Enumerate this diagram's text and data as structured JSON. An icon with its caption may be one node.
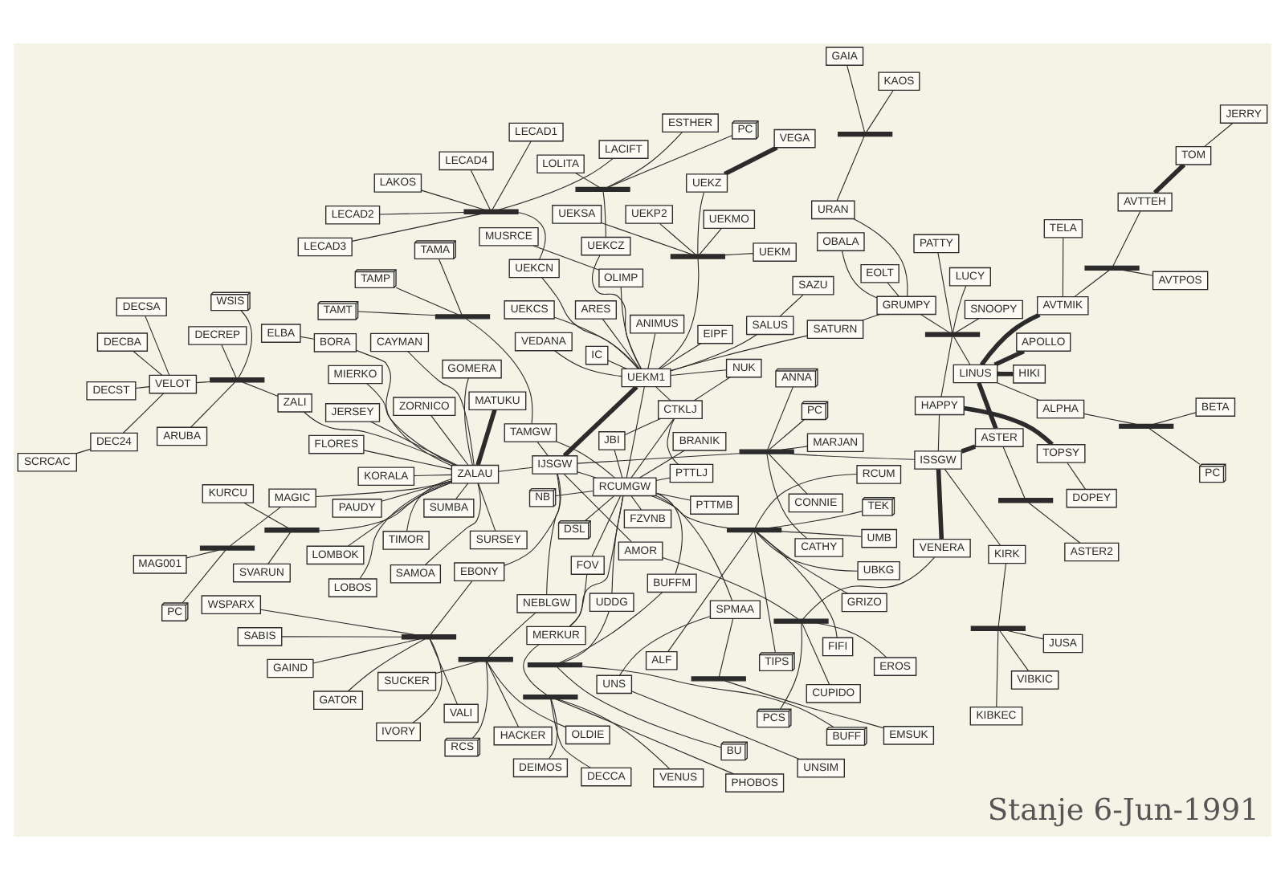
{
  "diagram": {
    "caption": "Stanje 6-Jun-1991",
    "nodes": [
      {
        "text": [
          "BU"
        ]
      },
      {
        "text": [
          "BUFF"
        ]
      },
      {
        "text": [],
        "shape": "bar"
      },
      {
        "text": [
          "UDDG"
        ]
      },
      {
        "text": [
          "BUFFM"
        ]
      },
      {
        "text": [
          "NB"
        ]
      },
      {
        "text": [
          "DSL"
        ]
      },
      {
        "text": [
          "BRANIK"
        ]
      },
      {
        "text": [
          "FZVNB"
        ]
      },
      {
        "text": [
          "PTTMB"
        ]
      },
      {
        "text": [
          "UNSIM"
        ]
      },
      {
        "text": [
          "UNS"
        ]
      },
      {
        "text": [
          "EMSUK"
        ]
      },
      {
        "text": [
          "SPMAA"
        ]
      },
      {
        "text": [],
        "shape": "bar"
      },
      {
        "text": [
          "VENUS"
        ]
      },
      {
        "text": [
          "PHOBOS"
        ]
      },
      {
        "text": [],
        "shape": "bar"
      },
      {
        "text": [
          "DEIMOS"
        ]
      },
      {
        "text": [
          "DECCA"
        ]
      },
      {
        "text": [
          "MERKUR"
        ]
      },
      {
        "text": [
          "FOV"
        ]
      },
      {
        "text": [
          "UBKG"
        ]
      },
      {
        "text": [
          "GRIZO"
        ]
      },
      {
        "text": [
          "RCUM"
        ]
      },
      {
        "text": [
          "RCUMGW"
        ]
      },
      {
        "text": [],
        "shape": "bar"
      },
      {
        "text": [
          "TEK"
        ]
      },
      {
        "text": [
          "ALF"
        ]
      },
      {
        "text": [
          "TIPS"
        ]
      },
      {
        "text": [
          "UMB"
        ]
      },
      {
        "text": [
          "FIFI"
        ]
      },
      {
        "text": [
          "PTTLJ"
        ]
      },
      {
        "text": [
          "JBI"
        ]
      },
      {
        "text": [
          "CTKLJ"
        ]
      },
      {
        "text": [
          "NUK"
        ]
      },
      {
        "text": [
          "TAMGW"
        ]
      },
      {
        "text": [
          "TAMA"
        ]
      },
      {
        "text": [],
        "shape": "bar"
      },
      {
        "text": [
          "TAMT"
        ]
      },
      {
        "text": [
          "TAMP"
        ]
      },
      {
        "text": [
          "ARES"
        ]
      },
      {
        "text": [
          "ANIMUS"
        ]
      },
      {
        "text": [
          "VEGA"
        ]
      },
      {
        "text": [
          "UEKP2"
        ]
      },
      {
        "text": [
          "UEKM"
        ]
      },
      {
        "text": [
          "UEKZ"
        ]
      },
      {
        "text": [
          "UEKMO"
        ]
      },
      {
        "text": [
          "UEKSA"
        ]
      },
      {
        "text": [],
        "shape": "bar"
      },
      {
        "text": [
          "UEKCS"
        ]
      },
      {
        "text": [
          "UEKM1"
        ]
      },
      {
        "text": [
          "UEKCZ"
        ]
      },
      {
        "text": [
          "LOLITA"
        ]
      },
      {
        "text": [
          "ESTHER"
        ]
      },
      {
        "text": [
          "PC"
        ]
      },
      {
        "text": [],
        "shape": "bar"
      },
      {
        "text": [
          "UEKCN"
        ]
      },
      {
        "text": [
          "LECAD1"
        ]
      },
      {
        "text": [
          "LECAD2"
        ]
      },
      {
        "text": [],
        "shape": "bar"
      },
      {
        "text": [
          "LAKOS"
        ]
      },
      {
        "text": [
          "LECAD3"
        ]
      },
      {
        "text": [
          "LECAD4"
        ]
      },
      {
        "text": [
          "LACIFT"
        ]
      },
      {
        "text": [
          "IC"
        ]
      },
      {
        "text": [
          "EIPF"
        ]
      },
      {
        "text": [
          "SALUS"
        ]
      },
      {
        "text": [
          "OLIMP"
        ]
      },
      {
        "text": [
          "VEDANA"
        ]
      },
      {
        "text": [
          "SAZU"
        ]
      },
      {
        "text": [
          "MUSRCE"
        ]
      },
      {
        "text": [
          "MAG001"
        ]
      },
      {
        "text": [
          "PC"
        ]
      },
      {
        "text": [],
        "shape": "bar"
      },
      {
        "text": [
          "SCRCAC"
        ]
      },
      {
        "text": [
          "MAGIC"
        ]
      },
      {
        "text": [
          "DEC24"
        ]
      },
      {
        "text": [
          "FLORES"
        ]
      },
      {
        "text": [
          "SUMBA"
        ]
      },
      {
        "text": [
          "DECBA"
        ]
      },
      {
        "text": [
          "DECST"
        ]
      },
      {
        "text": [
          "DECSA"
        ]
      },
      {
        "text": [
          "ARUBA"
        ]
      },
      {
        "text": [
          "VELOT"
        ]
      },
      {
        "text": [
          "WSIS"
        ]
      },
      {
        "text": [],
        "shape": "bar"
      },
      {
        "text": [
          "ZALI"
        ]
      },
      {
        "text": [
          "DECREP"
        ]
      },
      {
        "text": [
          "LOMBOK"
        ]
      },
      {
        "text": [
          "ELBA"
        ]
      },
      {
        "text": [
          "BORA"
        ]
      },
      {
        "text": [
          "GOMERA"
        ]
      },
      {
        "text": [
          "CAYMAN"
        ]
      },
      {
        "text": [
          "JERSEY"
        ]
      },
      {
        "text": [
          "LOBOS"
        ]
      },
      {
        "text": [
          "KORALA"
        ]
      },
      {
        "text": [
          "SAMOA"
        ]
      },
      {
        "text": [
          "TIMOR"
        ]
      },
      {
        "text": [
          "PAUDY"
        ]
      },
      {
        "text": [
          "ZALAU"
        ]
      },
      {
        "text": [],
        "shape": "bar"
      },
      {
        "text": [
          "KURCU"
        ]
      },
      {
        "text": [
          "SVARUN"
        ]
      },
      {
        "text": [
          "MIERKO"
        ]
      },
      {
        "text": [
          "MATUKU"
        ]
      },
      {
        "text": [
          "SURSEY"
        ]
      },
      {
        "text": [
          "ZORNICO"
        ]
      },
      {
        "text": [
          "SATURN"
        ]
      },
      {
        "text": [
          "OBALA"
        ]
      },
      {
        "text": [
          "EOLT"
        ]
      },
      {
        "text": [
          "URAN"
        ]
      },
      {
        "text": [
          "KAOS"
        ]
      },
      {
        "text": [
          "GAIA"
        ]
      },
      {
        "text": [],
        "shape": "bar"
      },
      {
        "text": [
          "DOPEY"
        ]
      },
      {
        "text": [
          "TOPSY"
        ]
      },
      {
        "text": [
          "HIKI"
        ]
      },
      {
        "text": [
          "SNOOPY"
        ]
      },
      {
        "text": [
          "GRUMPY"
        ]
      },
      {
        "text": [
          "HAPPY"
        ]
      },
      {
        "text": [
          "CUPIDO"
        ]
      },
      {
        "text": [
          "EROS"
        ]
      },
      {
        "text": [
          "AMOR"
        ]
      },
      {
        "text": [],
        "shape": "bar"
      },
      {
        "text": [],
        "shape": "bar"
      },
      {
        "text": [
          "PCS"
        ]
      },
      {
        "text": [
          "VENERA"
        ]
      },
      {
        "text": [
          "LINUS"
        ]
      },
      {
        "text": [
          "PATTY"
        ]
      },
      {
        "text": [
          "LUCY"
        ]
      },
      {
        "text": [
          "ASTER"
        ]
      },
      {
        "text": [],
        "shape": "bar"
      },
      {
        "text": [
          "ASTER2"
        ]
      },
      {
        "text": [
          "APOLLO"
        ]
      },
      {
        "text": [
          "ISSGW"
        ]
      },
      {
        "text": [
          "IJSGW"
        ]
      },
      {
        "text": [
          "NEBLGW"
        ]
      },
      {
        "text": [
          "RCS"
        ]
      },
      {
        "text": [
          "PC"
        ]
      },
      {
        "text": [],
        "shape": "bar"
      },
      {
        "text": [],
        "shape": "bar"
      },
      {
        "text": [
          "EBONY"
        ]
      },
      {
        "text": [
          "GATOR"
        ]
      },
      {
        "text": [
          "GAIND"
        ]
      },
      {
        "text": [
          "WSPARX"
        ]
      },
      {
        "text": [],
        "shape": "bar"
      },
      {
        "text": [
          "AVTMIK"
        ]
      },
      {
        "text": [
          "TELA"
        ]
      },
      {
        "text": [
          "ALPHA"
        ]
      },
      {
        "text": [
          "BETA"
        ]
      },
      {
        "text": [],
        "shape": "bar"
      },
      {
        "text": [
          "PC"
        ]
      },
      {
        "text": [
          "CATHY"
        ]
      },
      {
        "text": [
          "MARJAN"
        ]
      },
      {
        "text": [
          "CONNIE"
        ]
      },
      {
        "text": [
          "ANNA"
        ]
      },
      {
        "text": [
          "OLDIE"
        ]
      },
      {
        "text": [
          "HACKER"
        ]
      },
      {
        "text": [
          "SUCKER"
        ]
      },
      {
        "text": [
          "IVORY"
        ]
      },
      {
        "text": [
          "SABIS"
        ]
      },
      {
        "text": [
          "VALI"
        ]
      },
      {
        "text": [],
        "shape": "bar"
      },
      {
        "text": [
          "JUSA"
        ]
      },
      {
        "text": [
          "KIRK"
        ]
      },
      {
        "text": [],
        "shape": "bar"
      },
      {
        "text": [
          "AVTPOS"
        ]
      },
      {
        "text": [
          "AVTTEH"
        ]
      },
      {
        "text": [
          "KIBKEC"
        ]
      },
      {
        "text": [
          "VIBKIC"
        ]
      },
      {
        "text": [
          "TOM"
        ]
      },
      {
        "text": [
          "JERRY"
        ]
      }
    ],
    "edges": [
      {
        "from": 0,
        "to": 2,
        "arrow": "none"
      },
      {
        "from": 1,
        "to": 2,
        "arrow": "none"
      },
      {
        "from": 2,
        "to": 3,
        "arrow": "none"
      },
      {
        "from": 2,
        "to": 4,
        "arrow": "none"
      },
      {
        "from": 3,
        "to": 25,
        "arrow": "none"
      },
      {
        "from": 4,
        "to": 25,
        "arrow": "none"
      },
      {
        "from": 5,
        "to": 25,
        "arrow": "none"
      },
      {
        "from": 6,
        "to": 25,
        "arrow": "none"
      },
      {
        "from": 7,
        "to": 25,
        "arrow": "none"
      },
      {
        "from": 8,
        "to": 25,
        "arrow": "none"
      },
      {
        "from": 9,
        "to": 25,
        "arrow": "none"
      },
      {
        "from": 10,
        "to": 11,
        "arrow": "none"
      },
      {
        "from": 11,
        "to": 13,
        "arrow": "none"
      },
      {
        "from": 12,
        "to": 14,
        "arrow": "none"
      },
      {
        "from": 13,
        "to": 14,
        "arrow": "none"
      },
      {
        "from": 13,
        "to": 25,
        "arrow": "none"
      },
      {
        "from": 15,
        "to": 17,
        "arrow": "none"
      },
      {
        "from": 16,
        "to": 17,
        "arrow": "none"
      },
      {
        "from": 17,
        "to": 18,
        "arrow": "none"
      },
      {
        "from": 17,
        "to": 19,
        "arrow": "none"
      },
      {
        "from": 17,
        "to": 20,
        "arrow": "none"
      },
      {
        "from": 20,
        "to": 21,
        "arrow": "none"
      },
      {
        "from": 21,
        "to": 25,
        "arrow": "none"
      },
      {
        "from": 20,
        "to": 25,
        "arrow": "none"
      },
      {
        "from": 22,
        "to": 26,
        "arrow": "none"
      },
      {
        "from": 23,
        "to": 26,
        "arrow": "none"
      },
      {
        "from": 24,
        "to": 26,
        "arrow": "none"
      },
      {
        "from": 25,
        "to": 26,
        "arrow": "none"
      },
      {
        "from": 26,
        "to": 27,
        "arrow": "none"
      },
      {
        "from": 26,
        "to": 28,
        "arrow": "none"
      },
      {
        "from": 26,
        "to": 29,
        "arrow": "none"
      },
      {
        "from": 26,
        "to": 30,
        "arrow": "none"
      },
      {
        "from": 26,
        "to": 31,
        "arrow": "none"
      },
      {
        "from": 32,
        "to": 25,
        "arrow": "none"
      },
      {
        "from": 33,
        "to": 25,
        "arrow": "none"
      },
      {
        "from": 34,
        "to": 25,
        "arrow": "none"
      },
      {
        "from": 32,
        "to": 34,
        "arrow": "none"
      },
      {
        "from": 33,
        "to": 34,
        "arrow": "none"
      },
      {
        "from": 34,
        "to": 35,
        "arrow": "none"
      },
      {
        "from": 34,
        "to": 51,
        "arrow": "none"
      },
      {
        "from": 35,
        "to": 51,
        "arrow": "none"
      },
      {
        "from": 36,
        "to": 25,
        "arrow": "none"
      },
      {
        "from": 36,
        "to": 136,
        "arrow": "none"
      },
      {
        "from": 36,
        "to": 38,
        "arrow": "none"
      },
      {
        "from": 37,
        "to": 38,
        "arrow": "none"
      },
      {
        "from": 38,
        "to": 39,
        "arrow": "none"
      },
      {
        "from": 38,
        "to": 40,
        "arrow": "none"
      },
      {
        "from": 41,
        "to": 51,
        "arrow": "none"
      },
      {
        "from": 42,
        "to": 51,
        "arrow": "none"
      },
      {
        "from": 43,
        "to": 46,
        "arrow": "none",
        "style": "thick"
      },
      {
        "from": 44,
        "to": 49,
        "arrow": "none"
      },
      {
        "from": 45,
        "to": 49,
        "arrow": "none"
      },
      {
        "from": 46,
        "to": 49,
        "arrow": "none"
      },
      {
        "from": 47,
        "to": 49,
        "arrow": "none"
      },
      {
        "from": 48,
        "to": 49,
        "arrow": "none"
      },
      {
        "from": 49,
        "to": 51,
        "arrow": "none"
      },
      {
        "from": 50,
        "to": 51,
        "arrow": "none"
      },
      {
        "from": 51,
        "to": 52,
        "arrow": "none"
      },
      {
        "from": 52,
        "to": 56,
        "arrow": "none"
      },
      {
        "from": 53,
        "to": 56,
        "arrow": "none"
      },
      {
        "from": 54,
        "to": 56,
        "arrow": "none"
      },
      {
        "from": 55,
        "to": 56,
        "arrow": "none"
      },
      {
        "from": 51,
        "to": 57,
        "arrow": "none"
      },
      {
        "from": 57,
        "to": 60,
        "arrow": "none"
      },
      {
        "from": 58,
        "to": 60,
        "arrow": "none"
      },
      {
        "from": 59,
        "to": 60,
        "arrow": "none"
      },
      {
        "from": 60,
        "to": 61,
        "arrow": "none"
      },
      {
        "from": 60,
        "to": 62,
        "arrow": "none"
      },
      {
        "from": 60,
        "to": 63,
        "arrow": "none"
      },
      {
        "from": 60,
        "to": 64,
        "arrow": "none"
      },
      {
        "from": 51,
        "to": 65,
        "arrow": "none"
      },
      {
        "from": 51,
        "to": 66,
        "arrow": "none"
      },
      {
        "from": 51,
        "to": 67,
        "arrow": "none"
      },
      {
        "from": 51,
        "to": 68,
        "arrow": "none"
      },
      {
        "from": 51,
        "to": 69,
        "arrow": "none"
      },
      {
        "from": 67,
        "to": 70,
        "arrow": "none"
      },
      {
        "from": 68,
        "to": 71,
        "arrow": "none"
      },
      {
        "from": 51,
        "to": 25,
        "arrow": "none"
      },
      {
        "from": 51,
        "to": 136,
        "arrow": "none",
        "style": "thick"
      },
      {
        "from": 51,
        "to": 108,
        "arrow": "none"
      },
      {
        "from": 72,
        "to": 74,
        "arrow": "none"
      },
      {
        "from": 73,
        "to": 74,
        "arrow": "none"
      },
      {
        "from": 74,
        "to": 76,
        "arrow": "none"
      },
      {
        "from": 76,
        "to": 100,
        "arrow": "none"
      },
      {
        "from": 78,
        "to": 100,
        "arrow": "none"
      },
      {
        "from": 79,
        "to": 100,
        "arrow": "none"
      },
      {
        "from": 75,
        "to": 77,
        "arrow": "none"
      },
      {
        "from": 77,
        "to": 84,
        "arrow": "none"
      },
      {
        "from": 80,
        "to": 84,
        "arrow": "none"
      },
      {
        "from": 81,
        "to": 84,
        "arrow": "none"
      },
      {
        "from": 82,
        "to": 84,
        "arrow": "none"
      },
      {
        "from": 83,
        "to": 86,
        "arrow": "none"
      },
      {
        "from": 84,
        "to": 86,
        "arrow": "none"
      },
      {
        "from": 85,
        "to": 86,
        "arrow": "none"
      },
      {
        "from": 86,
        "to": 87,
        "arrow": "none"
      },
      {
        "from": 86,
        "to": 88,
        "arrow": "none"
      },
      {
        "from": 87,
        "to": 100,
        "arrow": "none"
      },
      {
        "from": 89,
        "to": 100,
        "arrow": "none"
      },
      {
        "from": 90,
        "to": 91,
        "arrow": "none"
      },
      {
        "from": 91,
        "to": 100,
        "arrow": "none"
      },
      {
        "from": 92,
        "to": 100,
        "arrow": "none"
      },
      {
        "from": 93,
        "to": 100,
        "arrow": "none"
      },
      {
        "from": 94,
        "to": 100,
        "arrow": "none"
      },
      {
        "from": 95,
        "to": 100,
        "arrow": "none"
      },
      {
        "from": 96,
        "to": 100,
        "arrow": "none"
      },
      {
        "from": 97,
        "to": 100,
        "arrow": "none"
      },
      {
        "from": 98,
        "to": 100,
        "arrow": "none"
      },
      {
        "from": 99,
        "to": 100,
        "arrow": "none"
      },
      {
        "from": 100,
        "to": 101,
        "arrow": "none"
      },
      {
        "from": 101,
        "to": 102,
        "arrow": "none"
      },
      {
        "from": 101,
        "to": 103,
        "arrow": "none"
      },
      {
        "from": 104,
        "to": 100,
        "arrow": "none"
      },
      {
        "from": 105,
        "to": 100,
        "arrow": "none",
        "style": "thick"
      },
      {
        "from": 106,
        "to": 100,
        "arrow": "none"
      },
      {
        "from": 107,
        "to": 100,
        "arrow": "none"
      },
      {
        "from": 100,
        "to": 136,
        "arrow": "none"
      },
      {
        "from": 108,
        "to": 119,
        "arrow": "none"
      },
      {
        "from": 109,
        "to": 119,
        "arrow": "none"
      },
      {
        "from": 110,
        "to": 119,
        "arrow": "none"
      },
      {
        "from": 119,
        "to": 111,
        "arrow": "none"
      },
      {
        "from": 111,
        "to": 114,
        "arrow": "none"
      },
      {
        "from": 112,
        "to": 114,
        "arrow": "none"
      },
      {
        "from": 113,
        "to": 114,
        "arrow": "none"
      },
      {
        "from": 115,
        "to": 116,
        "arrow": "none"
      },
      {
        "from": 116,
        "to": 120,
        "arrow": "none",
        "style": "thick"
      },
      {
        "from": 117,
        "to": 128,
        "arrow": "none",
        "style": "thick"
      },
      {
        "from": 118,
        "to": 124,
        "arrow": "none"
      },
      {
        "from": 119,
        "to": 124,
        "arrow": "none"
      },
      {
        "from": 120,
        "to": 124,
        "arrow": "none"
      },
      {
        "from": 124,
        "to": 128,
        "arrow": "none"
      },
      {
        "from": 124,
        "to": 129,
        "arrow": "none"
      },
      {
        "from": 124,
        "to": 130,
        "arrow": "none"
      },
      {
        "from": 120,
        "to": 135,
        "arrow": "none"
      },
      {
        "from": 121,
        "to": 125,
        "arrow": "none"
      },
      {
        "from": 122,
        "to": 125,
        "arrow": "none"
      },
      {
        "from": 123,
        "to": 125,
        "arrow": "none"
      },
      {
        "from": 125,
        "to": 126,
        "arrow": "none"
      },
      {
        "from": 125,
        "to": 127,
        "arrow": "none"
      },
      {
        "from": 127,
        "to": 135,
        "arrow": "none",
        "style": "thick"
      },
      {
        "from": 123,
        "to": 136,
        "arrow": "none"
      },
      {
        "from": 128,
        "to": 131,
        "arrow": "none",
        "style": "thick"
      },
      {
        "from": 131,
        "to": 132,
        "arrow": "none"
      },
      {
        "from": 132,
        "to": 133,
        "arrow": "none"
      },
      {
        "from": 131,
        "to": 135,
        "arrow": "none",
        "style": "thick"
      },
      {
        "from": 128,
        "to": 134,
        "arrow": "none",
        "style": "thick"
      },
      {
        "from": 128,
        "to": 149,
        "arrow": "none"
      },
      {
        "from": 149,
        "to": 151,
        "arrow": "none"
      },
      {
        "from": 150,
        "to": 151,
        "arrow": "none"
      },
      {
        "from": 151,
        "to": 152,
        "arrow": "none"
      },
      {
        "from": 128,
        "to": 147,
        "arrow": "none",
        "style": "thick"
      },
      {
        "from": 147,
        "to": 148,
        "arrow": "none"
      },
      {
        "from": 147,
        "to": 163,
        "arrow": "none"
      },
      {
        "from": 163,
        "to": 167,
        "arrow": "none"
      },
      {
        "from": 163,
        "to": 168,
        "arrow": "none"
      },
      {
        "from": 168,
        "to": 171,
        "arrow": "none",
        "style": "thick"
      },
      {
        "from": 171,
        "to": 172,
        "arrow": "none"
      },
      {
        "from": 135,
        "to": 140,
        "arrow": "none"
      },
      {
        "from": 136,
        "to": 140,
        "arrow": "none"
      },
      {
        "from": 139,
        "to": 140,
        "arrow": "none"
      },
      {
        "from": 140,
        "to": 153,
        "arrow": "none"
      },
      {
        "from": 140,
        "to": 154,
        "arrow": "none"
      },
      {
        "from": 140,
        "to": 155,
        "arrow": "none"
      },
      {
        "from": 140,
        "to": 156,
        "arrow": "none"
      },
      {
        "from": 165,
        "to": 135,
        "arrow": "none"
      },
      {
        "from": 164,
        "to": 166,
        "arrow": "none"
      },
      {
        "from": 165,
        "to": 166,
        "arrow": "none"
      },
      {
        "from": 166,
        "to": 169,
        "arrow": "none"
      },
      {
        "from": 166,
        "to": 170,
        "arrow": "none"
      },
      {
        "from": 136,
        "to": 137,
        "arrow": "none"
      },
      {
        "from": 137,
        "to": 141,
        "arrow": "none"
      },
      {
        "from": 138,
        "to": 141,
        "arrow": "none"
      },
      {
        "from": 141,
        "to": 157,
        "arrow": "none"
      },
      {
        "from": 141,
        "to": 158,
        "arrow": "none"
      },
      {
        "from": 141,
        "to": 159,
        "arrow": "none"
      },
      {
        "from": 136,
        "to": 142,
        "arrow": "none"
      },
      {
        "from": 142,
        "to": 146,
        "arrow": "none"
      },
      {
        "from": 143,
        "to": 146,
        "arrow": "none"
      },
      {
        "from": 144,
        "to": 146,
        "arrow": "none"
      },
      {
        "from": 145,
        "to": 146,
        "arrow": "none"
      },
      {
        "from": 146,
        "to": 160,
        "arrow": "none"
      },
      {
        "from": 146,
        "to": 161,
        "arrow": "none"
      },
      {
        "from": 146,
        "to": 162,
        "arrow": "none"
      },
      {
        "from": 25,
        "to": 136,
        "arrow": "none"
      }
    ]
  }
}
